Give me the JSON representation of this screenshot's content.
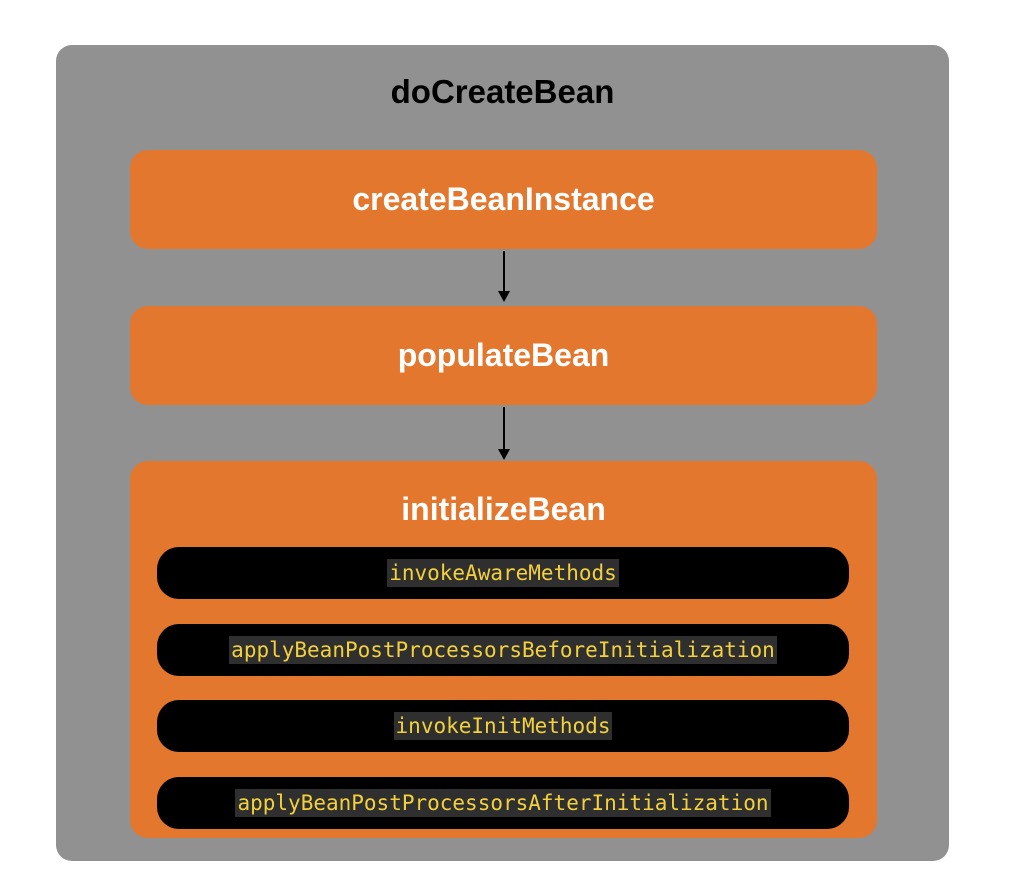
{
  "diagram": {
    "title": "doCreateBean",
    "boxes": [
      {
        "label": "createBeanInstance"
      },
      {
        "label": "populateBean"
      },
      {
        "label": "initializeBean",
        "steps": [
          "invokeAwareMethods",
          "applyBeanPostProcessorsBeforeInitialization",
          "invokeInitMethods",
          "applyBeanPostProcessorsAfterInitialization"
        ]
      }
    ],
    "colors": {
      "outer_background": "#919191",
      "box_background": "#e4772e",
      "box_text": "#ffffff",
      "step_background": "#000000",
      "step_text": "#f3d13c",
      "step_text_highlight": "#2f2f2f"
    }
  }
}
